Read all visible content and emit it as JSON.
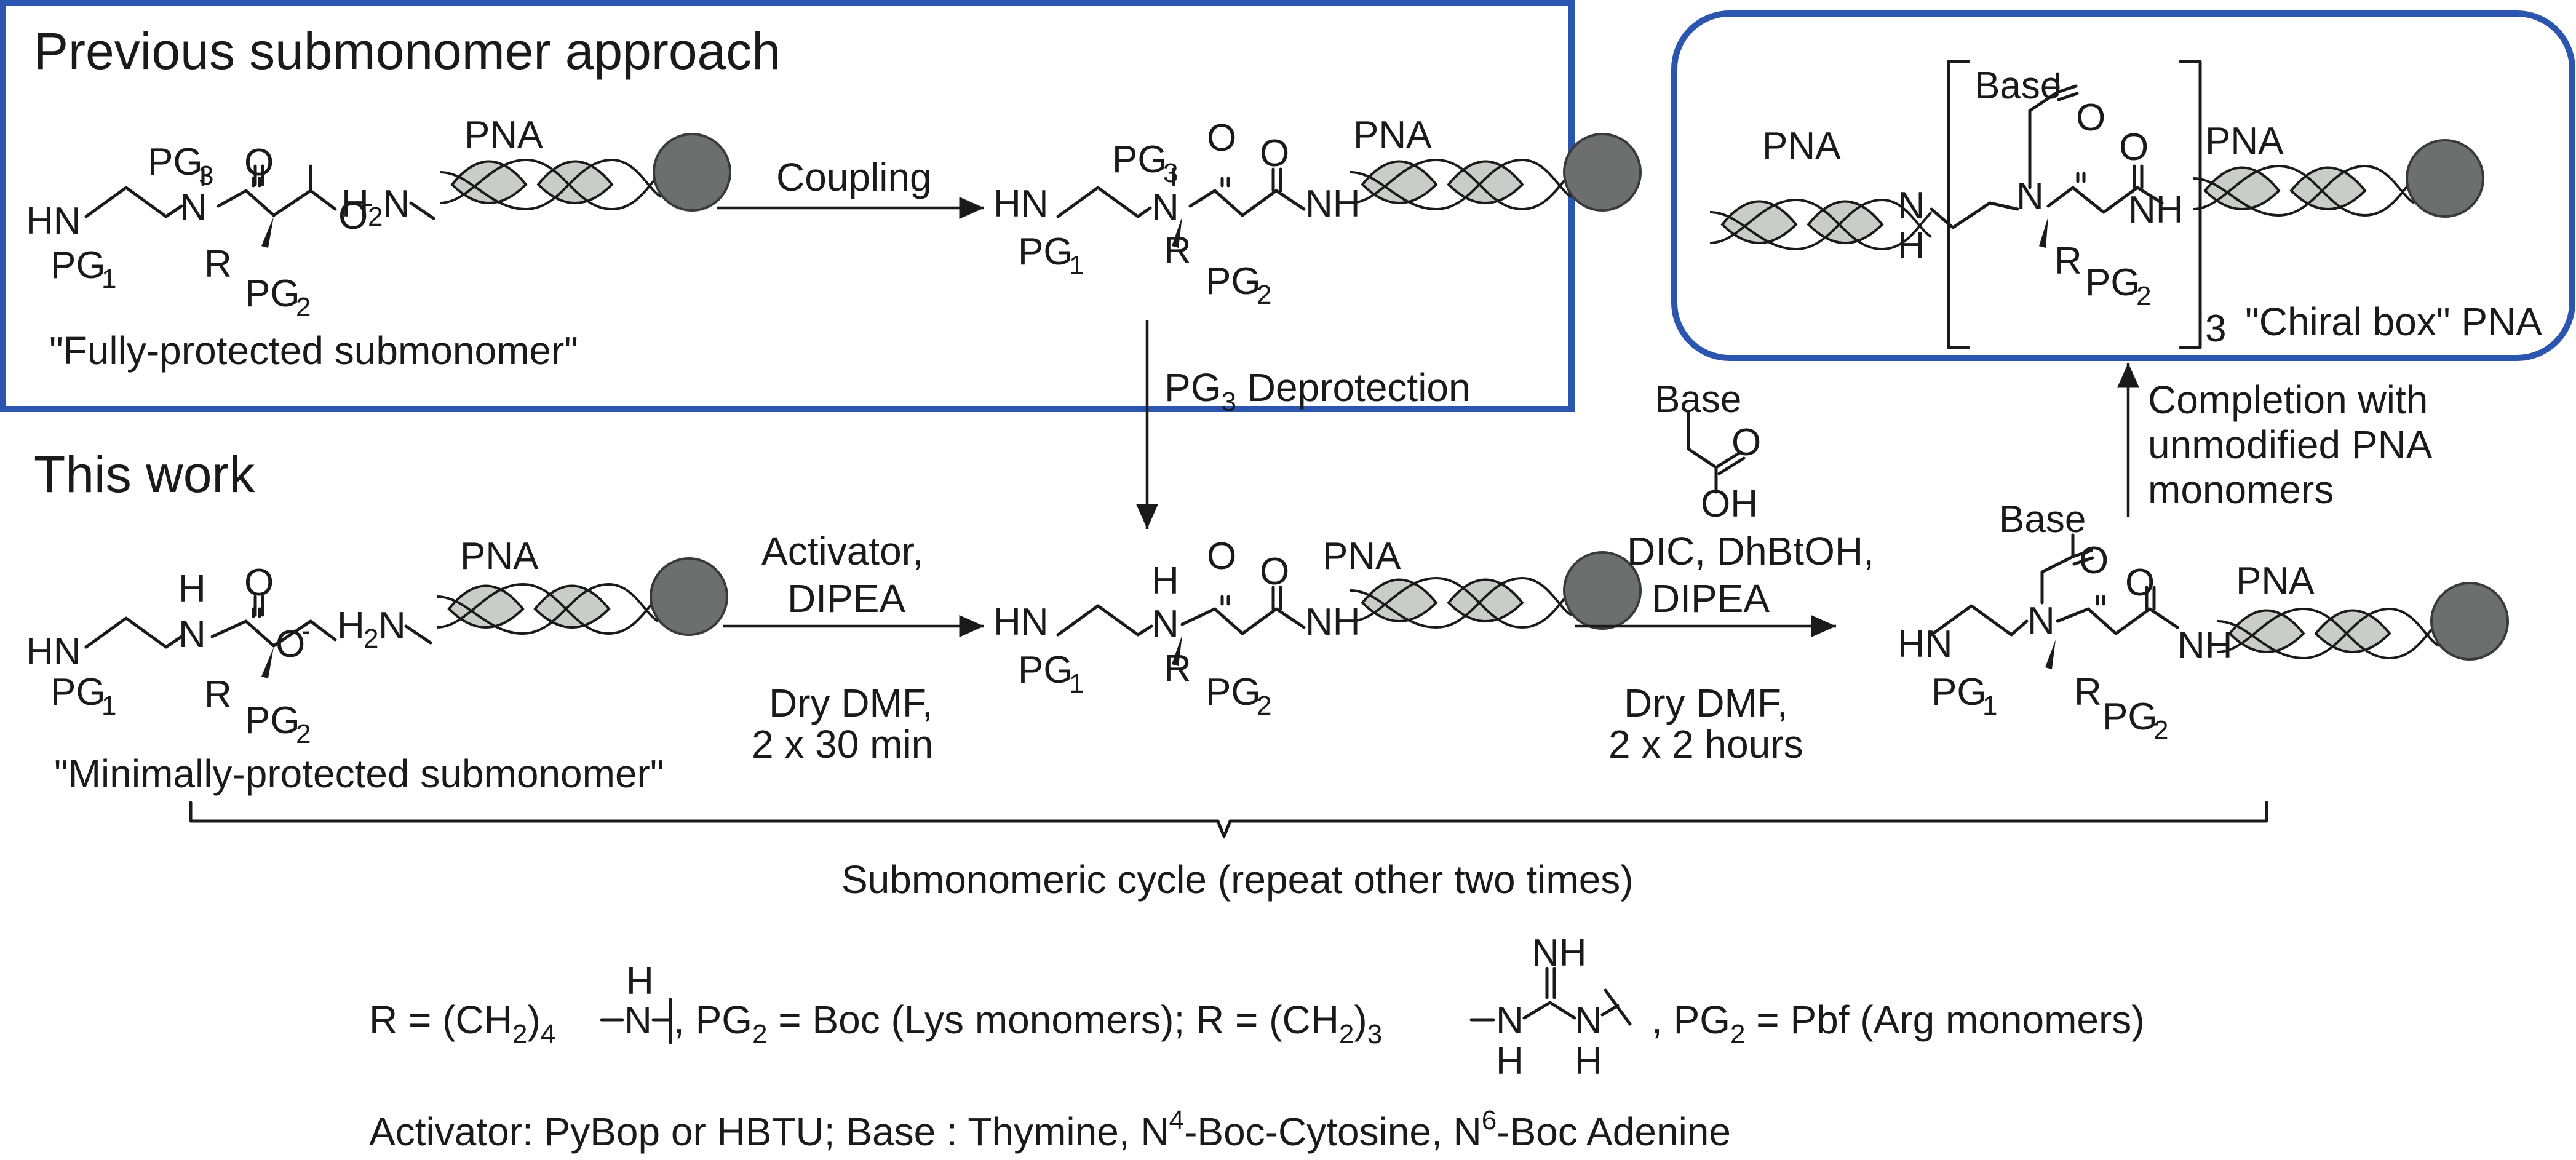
{
  "colors": {
    "box_border": "#2c55b0",
    "helix_fill": "#c9cdca",
    "bead_fill": "#6c6f6e",
    "ink": "#1a1a1a"
  },
  "icons": {
    "pna_strand": "pna-helix-with-bead-icon",
    "stereo_bond": "wedge-bond-icon"
  },
  "previous": {
    "title": "Previous submonomer approach",
    "submonomer_label": "\"Fully-protected submonomer\"",
    "coupling_label": "Coupling"
  },
  "deprotection": {
    "label_main": "PG",
    "label_sub": "3",
    "label_rest": " Deprotection"
  },
  "this_work": {
    "title": "This work",
    "submonomer_label": "\"Minimally-protected submonomer\"",
    "step1_reagents": [
      "Activator,",
      "DIPEA"
    ],
    "step1_conditions": [
      "Dry DMF,",
      "2 x 30 min"
    ],
    "step2_reagents": [
      "DIC, DhBtOH,",
      "DIPEA"
    ],
    "step2_conditions": [
      "Dry DMF,",
      "2 x 2 hours"
    ],
    "cycle_label": "Submonomeric cycle (repeat other two times)"
  },
  "completion": {
    "lines": [
      "Completion with",
      "unmodified PNA",
      "monomers"
    ]
  },
  "chiral_box": {
    "label": "\"Chiral box\" PNA",
    "repeat": "3"
  },
  "atoms": {
    "pna": "PNA",
    "base": "Base",
    "O": "O",
    "OH": "OH",
    "N": "N",
    "H": "H",
    "HN": "HN",
    "NH": "NH",
    "R": "R",
    "PG": "PG",
    "H2N_H": "H",
    "H2N_2": "2",
    "H2N_N": "N",
    "sub1": "1",
    "sub2": "2",
    "sub3": "3",
    "minus": "-"
  },
  "footnote": {
    "line1_a": "R = (CH",
    "line1_a_sub": "2",
    "line1_a_rest": ")",
    "line1_a_sub2": "4",
    "lys_frag": "H",
    "line1_b": ", PG",
    "line1_b_sub": "2",
    "line1_b_rest": " = Boc (Lys monomers); R = (CH",
    "line1_c_sub": "2",
    "line1_c_rest": ")",
    "line1_c_sub2": "3",
    "arg_nh": "NH",
    "line1_d": ", PG",
    "line1_d_sub": "2",
    "line1_d_rest": " = Pbf (Arg monomers)",
    "line2_a": "Activator: PyBop or HBTU; Base : Thymine, N",
    "line2_sup1": "4",
    "line2_b": "-Boc-Cytosine, N",
    "line2_sup2": "6",
    "line2_c": "-Boc Adenine"
  }
}
